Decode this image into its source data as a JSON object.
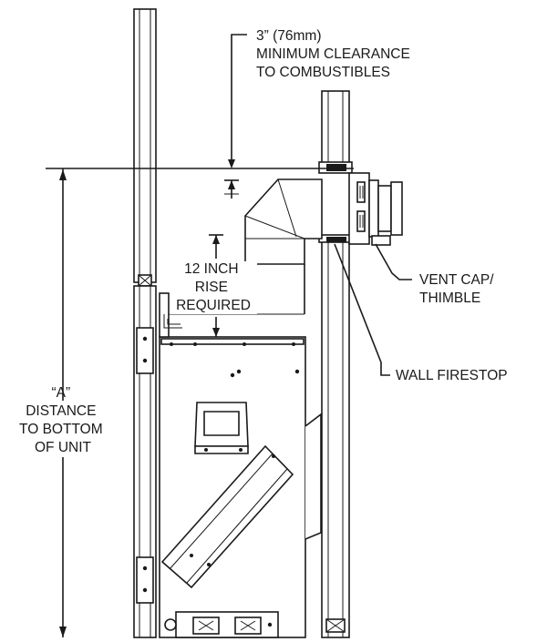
{
  "labels": {
    "clearance": [
      "3” (76mm)",
      "MINIMUM CLEARANCE",
      "TO COMBUSTIBLES"
    ],
    "rise": [
      "12 INCH",
      "RISE",
      "REQUIRED"
    ],
    "vent_cap": [
      "VENT CAP/",
      "THIMBLE"
    ],
    "wall_firestop": "WALL FIRESTOP",
    "distance": [
      "“A”",
      "DISTANCE",
      "TO BOTTOM",
      "OF UNIT"
    ]
  }
}
